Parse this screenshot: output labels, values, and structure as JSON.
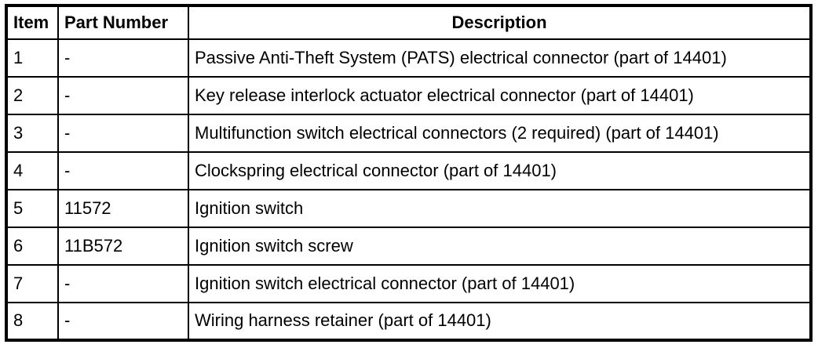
{
  "table": {
    "columns": [
      {
        "label": "Item"
      },
      {
        "label": "Part Number"
      },
      {
        "label": "Description"
      }
    ],
    "rows": [
      {
        "item": "1",
        "part_number": "-",
        "description": "Passive Anti-Theft System (PATS) electrical connector (part of 14401)"
      },
      {
        "item": "2",
        "part_number": "-",
        "description": "Key release interlock actuator electrical connector (part of 14401)"
      },
      {
        "item": "3",
        "part_number": "-",
        "description": "Multifunction switch electrical connectors (2 required) (part of 14401)"
      },
      {
        "item": "4",
        "part_number": "-",
        "description": "Clockspring electrical connector (part of 14401)"
      },
      {
        "item": "5",
        "part_number": "11572",
        "description": "Ignition switch"
      },
      {
        "item": "6",
        "part_number": "11B572",
        "description": "Ignition switch screw"
      },
      {
        "item": "7",
        "part_number": "-",
        "description": "Ignition switch electrical connector (part of 14401)"
      },
      {
        "item": "8",
        "part_number": "-",
        "description": "Wiring harness retainer (part of 14401)"
      }
    ]
  }
}
